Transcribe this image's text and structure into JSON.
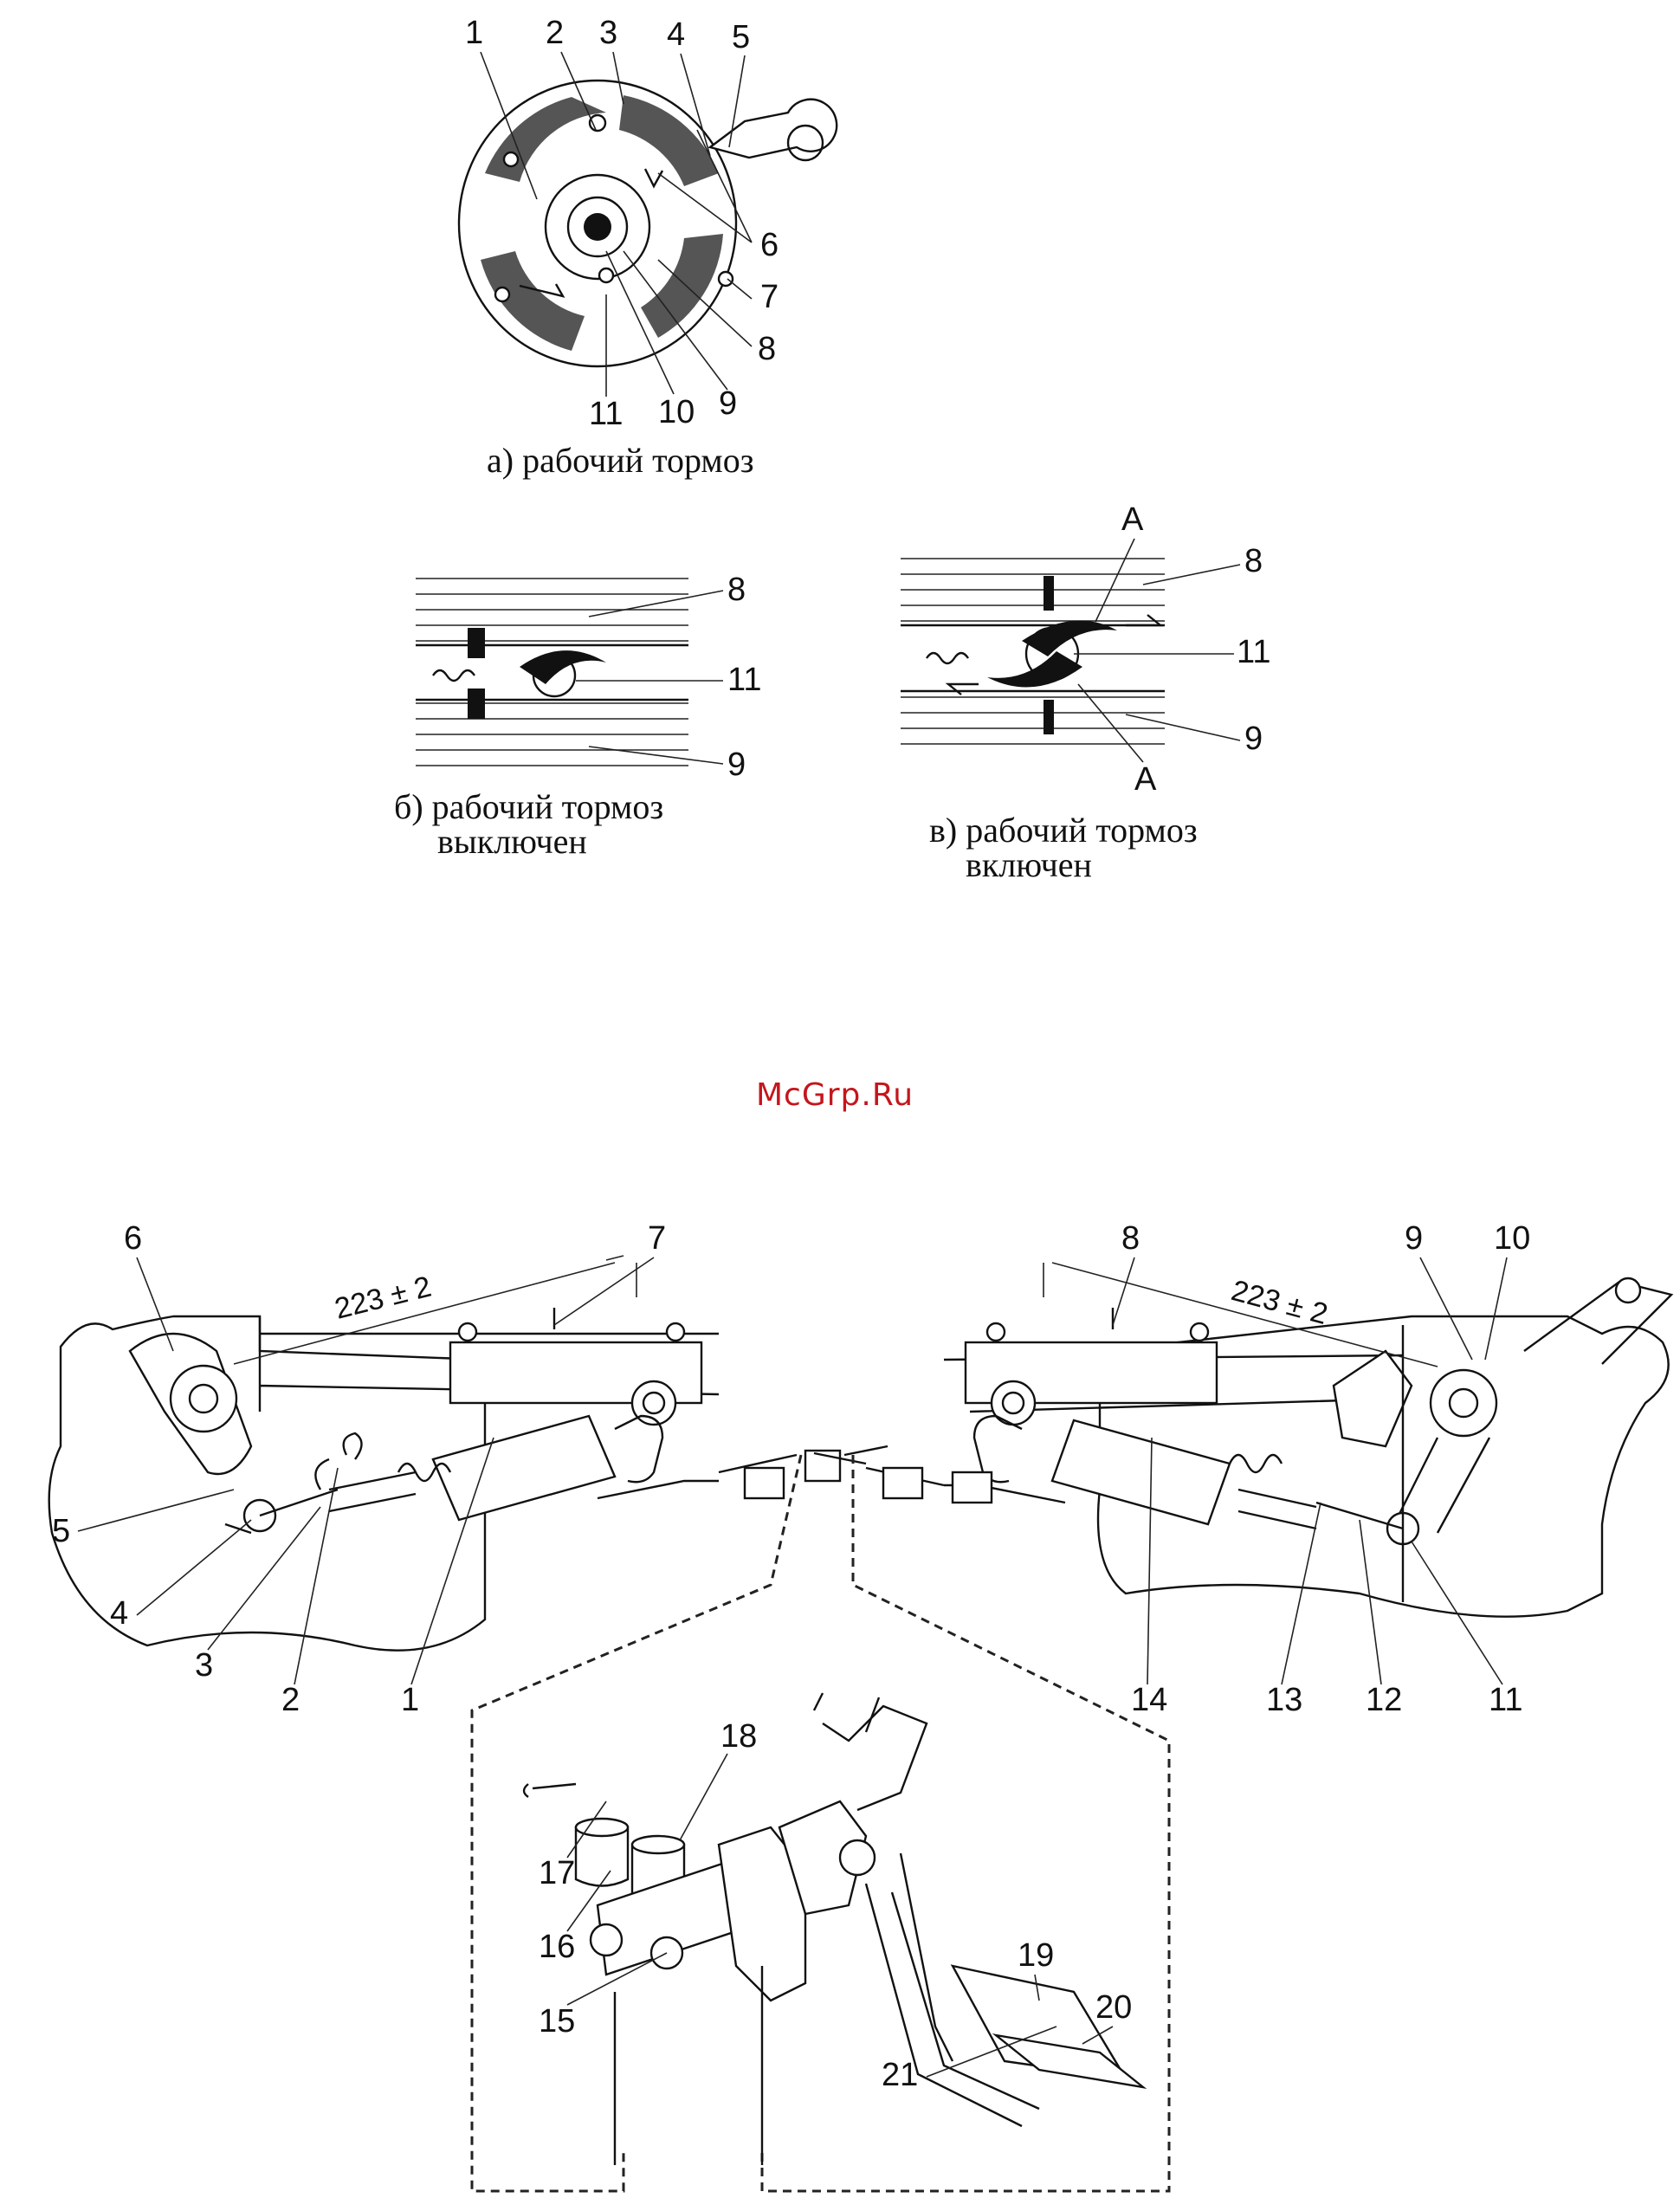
{
  "figure_a": {
    "caption": "а) рабочий тормоз",
    "callouts": [
      "1",
      "2",
      "3",
      "4",
      "5",
      "6",
      "7",
      "8",
      "9",
      "10",
      "11"
    ]
  },
  "figure_b": {
    "caption_line1": "б) рабочий тормоз",
    "caption_line2": "выключен",
    "callouts": [
      "8",
      "11",
      "9"
    ]
  },
  "figure_c": {
    "caption_line1": "в) рабочий тормоз",
    "caption_line2": "включен",
    "callouts": [
      "A",
      "8",
      "11",
      "9",
      "A"
    ]
  },
  "watermark": "McGrp.Ru",
  "lower_diagram": {
    "dimension_left": "223 ± 2",
    "dimension_right": "223 ± 2",
    "callouts_left": [
      "6",
      "7",
      "5",
      "4",
      "3",
      "2",
      "1"
    ],
    "callouts_right": [
      "8",
      "9",
      "10",
      "14",
      "13",
      "12",
      "11"
    ],
    "callouts_pedal": [
      "18",
      "17",
      "16",
      "15",
      "19",
      "20",
      "21"
    ]
  }
}
